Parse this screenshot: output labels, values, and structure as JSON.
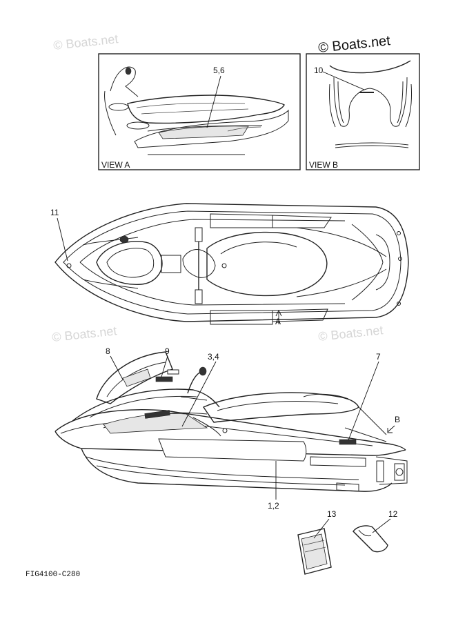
{
  "watermarks": {
    "top_left": "© Boats.net",
    "top_right": "© Boats.net",
    "mid_left": "© Boats.net",
    "mid_right": "© Boats.net"
  },
  "views": {
    "view_a": "VIEW A",
    "view_b": "VIEW B"
  },
  "callouts": {
    "c1_2": "1,2",
    "c3_4": "3,4",
    "c5_6": "5,6",
    "c7": "7",
    "c8": "8",
    "c9": "9",
    "c10": "10",
    "c11": "11",
    "c12": "12",
    "c13": "13",
    "arrow_a": "A",
    "arrow_b": "B"
  },
  "figure_code": "FIG4100-C280"
}
